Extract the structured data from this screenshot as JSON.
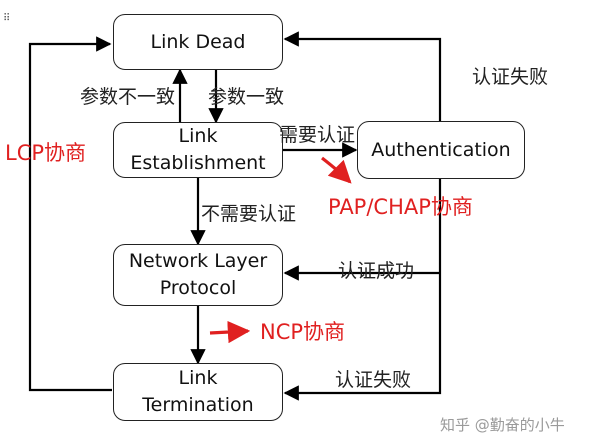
{
  "boxes": {
    "link_dead": {
      "line1": "Link Dead"
    },
    "link_establishment": {
      "line1": "Link",
      "line2": "Establishment"
    },
    "authentication": {
      "line1": "Authentication"
    },
    "network_layer": {
      "line1": "Network Layer",
      "line2": "Protocol"
    },
    "link_termination": {
      "line1": "Link",
      "line2": "Termination"
    }
  },
  "labels": {
    "inconsistent_params": "参数不一致",
    "consistent_params": "参数一致",
    "auth_required": "需要认证",
    "no_auth_required": "不需要认证",
    "auth_failed_top": "认证失败",
    "auth_success": "认证成功",
    "auth_failed_bottom": "认证失败"
  },
  "annotations": {
    "lcp": "LCP协商",
    "pap_chap": "PAP/CHAP协商",
    "ncp": "NCP协商"
  },
  "watermark": "知乎 @勤奋的小牛",
  "handle_glyph": "⠿",
  "colors": {
    "annotation": "#e02020",
    "line": "#000000",
    "watermark": "#9a9a9a"
  }
}
